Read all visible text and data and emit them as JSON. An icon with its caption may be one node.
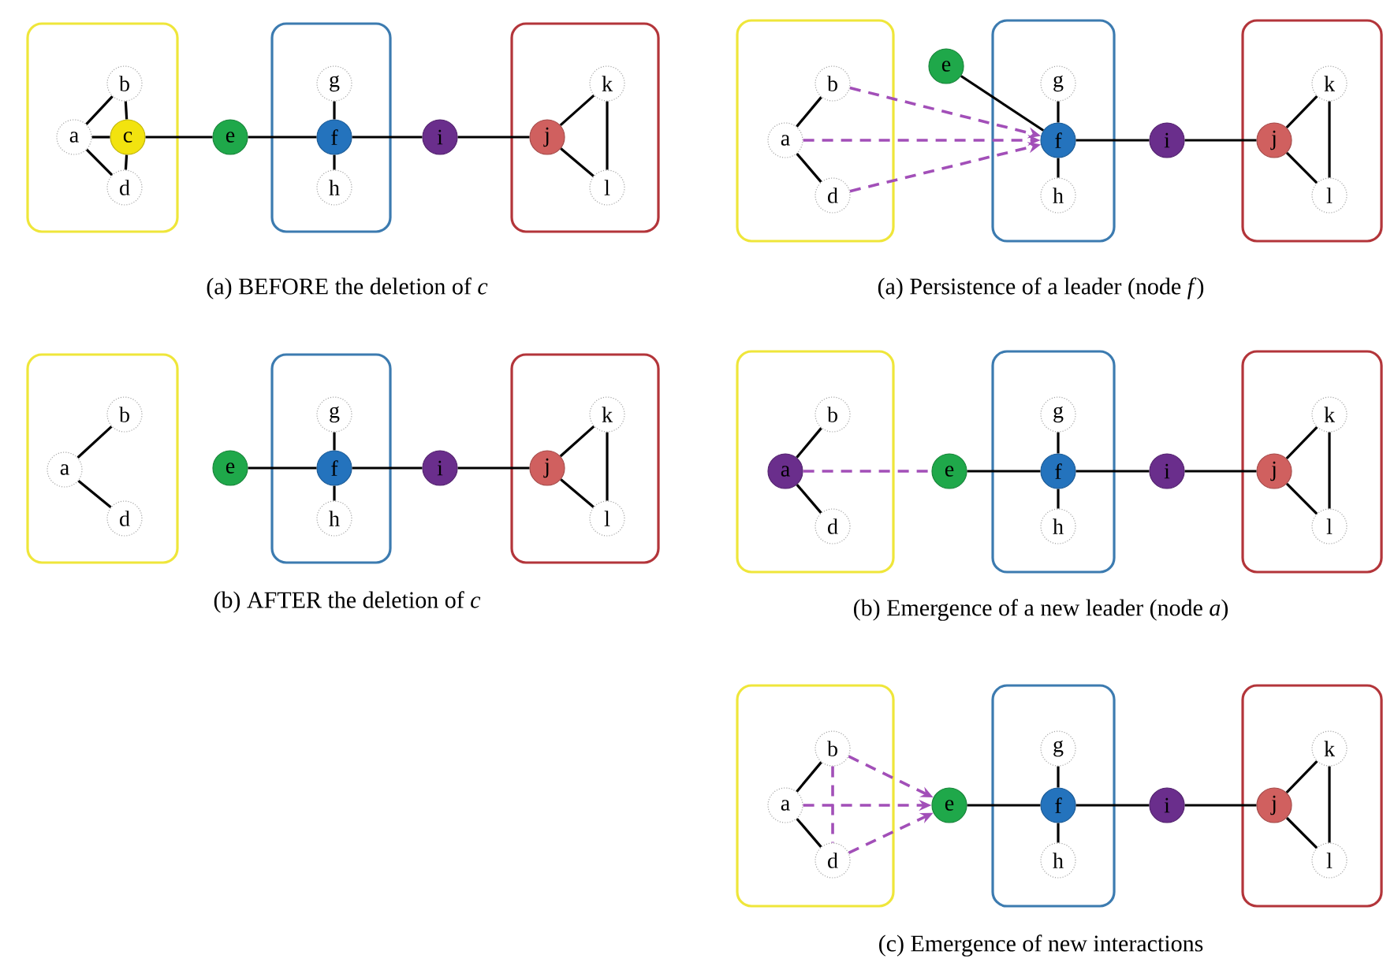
{
  "diagram": {
    "nodes": [
      {
        "text": [],
        "shape": "box"
      },
      {
        "text": [
          "a"
        ],
        "in": 0
      },
      {
        "text": [
          "b"
        ],
        "in": 0
      },
      {
        "text": [
          "c"
        ],
        "in": 0
      },
      {
        "text": [
          "d"
        ],
        "in": 0
      },
      {
        "text": [
          "e"
        ]
      },
      {
        "text": [],
        "shape": "box"
      },
      {
        "text": [
          "g"
        ],
        "in": 6
      },
      {
        "text": [
          "f"
        ],
        "in": 6
      },
      {
        "text": [
          "h"
        ],
        "in": 6
      },
      {
        "text": [
          "i"
        ]
      },
      {
        "text": [],
        "shape": "box"
      },
      {
        "text": [
          "j"
        ],
        "in": 11
      },
      {
        "text": [
          "k"
        ],
        "in": 11
      },
      {
        "text": [
          "l"
        ],
        "in": 11
      },
      {
        "text": [],
        "shape": "box"
      },
      {
        "text": [
          "a"
        ],
        "in": 15
      },
      {
        "text": [
          "b"
        ],
        "in": 15
      },
      {
        "text": [
          "d"
        ],
        "in": 15
      },
      {
        "text": [
          "e"
        ]
      },
      {
        "text": [],
        "shape": "box"
      },
      {
        "text": [
          "g"
        ],
        "in": 20
      },
      {
        "text": [
          "f"
        ],
        "in": 20
      },
      {
        "text": [
          "h"
        ],
        "in": 20
      },
      {
        "text": [
          "i"
        ]
      },
      {
        "text": [],
        "shape": "box"
      },
      {
        "text": [
          "j"
        ],
        "in": 25
      },
      {
        "text": [
          "k"
        ],
        "in": 25
      },
      {
        "text": [
          "l"
        ],
        "in": 25
      },
      {
        "text": [],
        "shape": "box"
      },
      {
        "text": [
          "a"
        ],
        "in": 29
      },
      {
        "text": [
          "b"
        ],
        "in": 29
      },
      {
        "text": [
          "d"
        ],
        "in": 29
      },
      {
        "text": [
          "e"
        ]
      },
      {
        "text": [],
        "shape": "box"
      },
      {
        "text": [
          "g"
        ],
        "in": 34
      },
      {
        "text": [
          "f"
        ],
        "in": 34
      },
      {
        "text": [
          "h"
        ],
        "in": 34
      },
      {
        "text": [
          "i"
        ]
      },
      {
        "text": [],
        "shape": "box"
      },
      {
        "text": [
          "j"
        ],
        "in": 39
      },
      {
        "text": [
          "k"
        ],
        "in": 39
      },
      {
        "text": [
          "l"
        ],
        "in": 39
      },
      {
        "text": [],
        "shape": "box"
      },
      {
        "text": [
          "a"
        ],
        "in": 43
      },
      {
        "text": [
          "b"
        ],
        "in": 43
      },
      {
        "text": [
          "d"
        ],
        "in": 43
      },
      {
        "text": [
          "e"
        ]
      },
      {
        "text": [],
        "shape": "box"
      },
      {
        "text": [
          "g"
        ],
        "in": 48
      },
      {
        "text": [
          "f"
        ],
        "in": 48
      },
      {
        "text": [
          "h"
        ],
        "in": 48
      },
      {
        "text": [
          "i"
        ]
      },
      {
        "text": [],
        "shape": "box"
      },
      {
        "text": [
          "j"
        ],
        "in": 53
      },
      {
        "text": [
          "k"
        ],
        "in": 53
      },
      {
        "text": [
          "l"
        ],
        "in": 53
      },
      {
        "text": [],
        "shape": "box"
      },
      {
        "text": [
          "a"
        ],
        "in": 57
      },
      {
        "text": [
          "b"
        ],
        "in": 57
      },
      {
        "text": [
          "d"
        ],
        "in": 57
      },
      {
        "text": [
          "e"
        ]
      },
      {
        "text": [],
        "shape": "box"
      },
      {
        "text": [
          "g"
        ],
        "in": 62
      },
      {
        "text": [
          "f"
        ],
        "in": 62
      },
      {
        "text": [
          "h"
        ],
        "in": 62
      },
      {
        "text": [
          "i"
        ]
      },
      {
        "text": [],
        "shape": "box"
      },
      {
        "text": [
          "j"
        ],
        "in": 67
      },
      {
        "text": [
          "k"
        ],
        "in": 67
      },
      {
        "text": [
          "l"
        ],
        "in": 67
      }
    ],
    "edges": [
      {
        "from": 1,
        "to": 2,
        "arrow": "none"
      },
      {
        "from": 1,
        "to": 3,
        "arrow": "none"
      },
      {
        "from": 1,
        "to": 4,
        "arrow": "none"
      },
      {
        "from": 2,
        "to": 3,
        "arrow": "none"
      },
      {
        "from": 3,
        "to": 4,
        "arrow": "none"
      },
      {
        "from": 3,
        "to": 5,
        "arrow": "none"
      },
      {
        "from": 5,
        "to": 8,
        "arrow": "none"
      },
      {
        "from": 7,
        "to": 8,
        "arrow": "none"
      },
      {
        "from": 8,
        "to": 9,
        "arrow": "none"
      },
      {
        "from": 8,
        "to": 10,
        "arrow": "none"
      },
      {
        "from": 10,
        "to": 12,
        "arrow": "none"
      },
      {
        "from": 12,
        "to": 13,
        "arrow": "none"
      },
      {
        "from": 12,
        "to": 14,
        "arrow": "none"
      },
      {
        "from": 13,
        "to": 14,
        "arrow": "none"
      },
      {
        "from": 16,
        "to": 17,
        "arrow": "none"
      },
      {
        "from": 16,
        "to": 18,
        "arrow": "none"
      },
      {
        "from": 17,
        "to": 22,
        "arrow": "to",
        "style": "dashed",
        "color": "#a24fb8"
      },
      {
        "from": 16,
        "to": 22,
        "arrow": "to",
        "style": "dashed",
        "color": "#a24fb8"
      },
      {
        "from": 18,
        "to": 22,
        "arrow": "to",
        "style": "dashed",
        "color": "#a24fb8"
      },
      {
        "from": 19,
        "to": 22,
        "arrow": "none"
      },
      {
        "from": 21,
        "to": 22,
        "arrow": "none"
      },
      {
        "from": 22,
        "to": 23,
        "arrow": "none"
      },
      {
        "from": 22,
        "to": 24,
        "arrow": "none"
      },
      {
        "from": 24,
        "to": 26,
        "arrow": "none"
      },
      {
        "from": 26,
        "to": 27,
        "arrow": "none"
      },
      {
        "from": 26,
        "to": 28,
        "arrow": "none"
      },
      {
        "from": 27,
        "to": 28,
        "arrow": "none"
      },
      {
        "from": 30,
        "to": 31,
        "arrow": "none"
      },
      {
        "from": 30,
        "to": 32,
        "arrow": "none"
      },
      {
        "from": 33,
        "to": 36,
        "arrow": "none"
      },
      {
        "from": 35,
        "to": 36,
        "arrow": "none"
      },
      {
        "from": 36,
        "to": 37,
        "arrow": "none"
      },
      {
        "from": 36,
        "to": 38,
        "arrow": "none"
      },
      {
        "from": 38,
        "to": 40,
        "arrow": "none"
      },
      {
        "from": 40,
        "to": 41,
        "arrow": "none"
      },
      {
        "from": 40,
        "to": 42,
        "arrow": "none"
      },
      {
        "from": 41,
        "to": 42,
        "arrow": "none"
      },
      {
        "from": 44,
        "to": 45,
        "arrow": "none"
      },
      {
        "from": 44,
        "to": 46,
        "arrow": "none"
      },
      {
        "from": 44,
        "to": 47,
        "arrow": "none",
        "style": "dashed",
        "color": "#a24fb8"
      },
      {
        "from": 47,
        "to": 50,
        "arrow": "none"
      },
      {
        "from": 49,
        "to": 50,
        "arrow": "none"
      },
      {
        "from": 50,
        "to": 51,
        "arrow": "none"
      },
      {
        "from": 50,
        "to": 52,
        "arrow": "none"
      },
      {
        "from": 52,
        "to": 54,
        "arrow": "none"
      },
      {
        "from": 54,
        "to": 55,
        "arrow": "none"
      },
      {
        "from": 54,
        "to": 56,
        "arrow": "none"
      },
      {
        "from": 55,
        "to": 56,
        "arrow": "none"
      },
      {
        "from": 58,
        "to": 59,
        "arrow": "none"
      },
      {
        "from": 58,
        "to": 60,
        "arrow": "none"
      },
      {
        "from": 59,
        "to": 60,
        "arrow": "none",
        "style": "dashed",
        "color": "#a24fb8"
      },
      {
        "from": 58,
        "to": 61,
        "arrow": "to",
        "style": "dashed",
        "color": "#a24fb8"
      },
      {
        "from": 59,
        "to": 61,
        "arrow": "to",
        "style": "dashed",
        "color": "#a24fb8"
      },
      {
        "from": 60,
        "to": 61,
        "arrow": "to",
        "style": "dashed",
        "color": "#a24fb8"
      },
      {
        "from": 61,
        "to": 64,
        "arrow": "none"
      },
      {
        "from": 63,
        "to": 64,
        "arrow": "none"
      },
      {
        "from": 64,
        "to": 65,
        "arrow": "none"
      },
      {
        "from": 64,
        "to": 66,
        "arrow": "none"
      },
      {
        "from": 66,
        "to": 68,
        "arrow": "none"
      },
      {
        "from": 68,
        "to": 69,
        "arrow": "none"
      },
      {
        "from": 68,
        "to": 70,
        "arrow": "none"
      },
      {
        "from": 69,
        "to": 70,
        "arrow": "none"
      }
    ],
    "labels": [
      "(a) BEFORE the deletion of *c*",
      "(a) Persistence of a leader (node *f*)",
      "(b) AFTER the deletion of *c*",
      "(b) Emergence of a new leader (node *a*)",
      "(c) Emergence of new interactions"
    ]
  }
}
